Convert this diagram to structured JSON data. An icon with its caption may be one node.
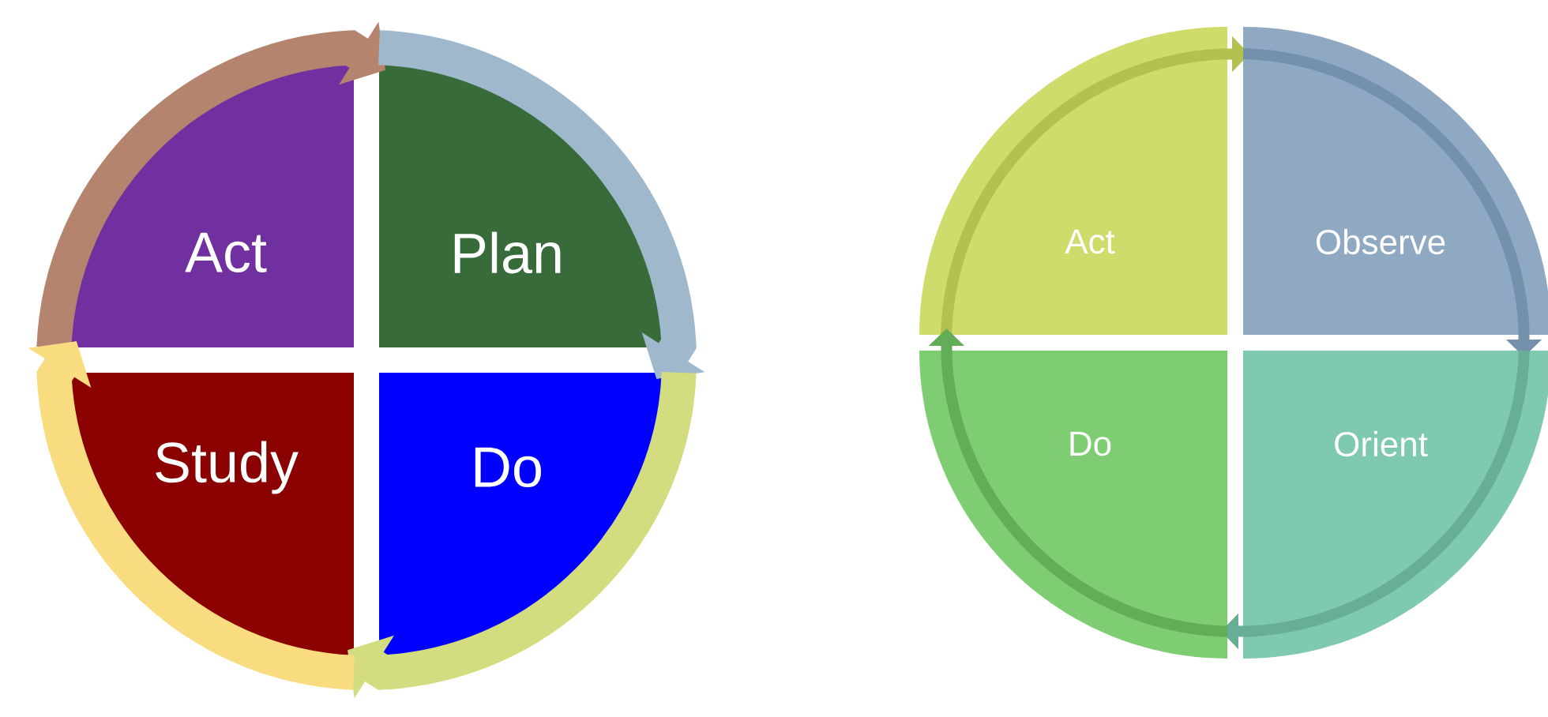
{
  "diagram": {
    "nodes": [
      {
        "text": [
          "Act"
        ]
      },
      {
        "text": [
          "Plan"
        ]
      },
      {
        "text": [
          "Study"
        ]
      },
      {
        "text": [
          "Do"
        ]
      },
      {
        "text": [
          "Act"
        ]
      },
      {
        "text": [
          "Observe"
        ]
      },
      {
        "text": [
          "Do"
        ]
      },
      {
        "text": [
          "Orient"
        ]
      }
    ],
    "edges": [
      {
        "from": 0,
        "to": 1,
        "arrow": "to",
        "style": "thick",
        "color": "#b5846f"
      },
      {
        "from": 1,
        "to": 3,
        "arrow": "to",
        "style": "thick",
        "color": "#a0b8cc"
      },
      {
        "from": 3,
        "to": 2,
        "arrow": "to",
        "style": "thick",
        "color": "#d4dc80"
      },
      {
        "from": 2,
        "to": 0,
        "arrow": "to",
        "style": "thick",
        "color": "#f9dc80"
      },
      {
        "from": 4,
        "to": 5,
        "arrow": "to",
        "color": "#b4c14e"
      },
      {
        "from": 5,
        "to": 7,
        "arrow": "to",
        "color": "#7590ab"
      },
      {
        "from": 7,
        "to": 6,
        "arrow": "to",
        "color": "#66ae96"
      },
      {
        "from": 6,
        "to": 4,
        "arrow": "to",
        "color": "#63ad58"
      }
    ]
  }
}
